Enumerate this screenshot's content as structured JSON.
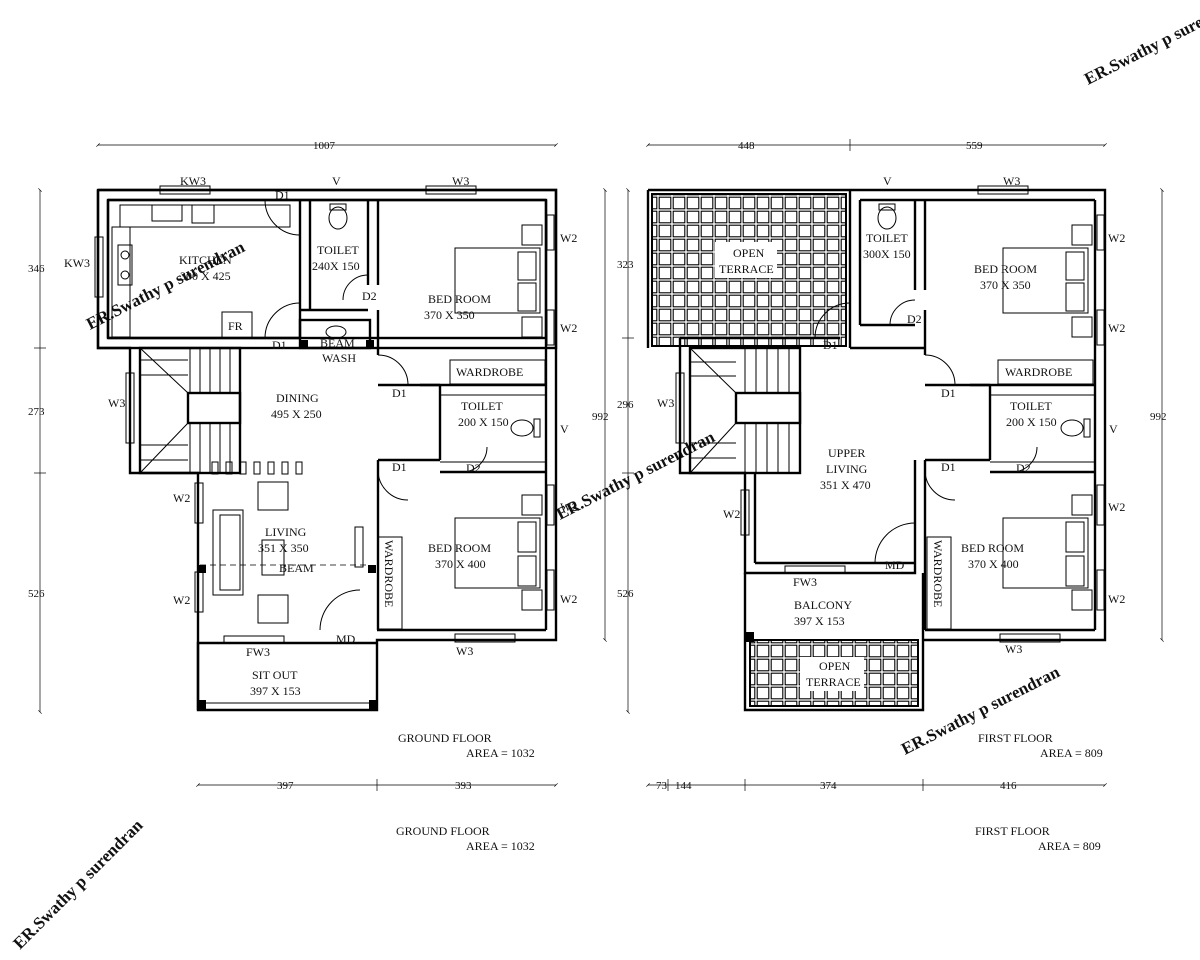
{
  "watermark": "ER.Swathy p surendran",
  "ground_floor": {
    "rooms": {
      "kitchen": {
        "name": "KITCHEN",
        "size": "300 X 425"
      },
      "toilet_1": {
        "name": "TOILET",
        "size": "240X 150"
      },
      "bed_1": {
        "name": "BED ROOM",
        "size": "370 X 350"
      },
      "wardrobe_1": "WARDROBE",
      "dining": {
        "name": "DINING",
        "size": "495 X 250"
      },
      "toilet_2": {
        "name": "TOILET",
        "size": "200 X 150"
      },
      "living": {
        "name": "LIVING",
        "size": "351 X 350"
      },
      "bed_2": {
        "name": "BED ROOM",
        "size": "370 X 400"
      },
      "wardrobe_2": "WARDROBE",
      "sit_out": {
        "name": "SIT OUT",
        "size": "397 X 153"
      },
      "wash": "WASH",
      "beam_1": "BEAM",
      "beam_2": "BEAM",
      "fridge": "FR"
    },
    "labels": {
      "kw3_top": "KW3",
      "kw3_left": "KW3",
      "d1_kitchen": "D1",
      "d1_kitchen_bottom": "D1",
      "v_toilet": "V",
      "w3_bed_top": "W3",
      "d2_toilet": "D2",
      "w2_bed1_a": "W2",
      "w2_bed1_b": "W2",
      "d1_bed1": "D1",
      "d1_bed2": "D1",
      "d2_toilet2": "D2",
      "v_toilet2": "V",
      "w3_stair": "W3",
      "w2_living_a": "W2",
      "w2_living_b": "W2",
      "w2_bed2_a": "W2",
      "w2_bed2_b": "W2",
      "fw3": "FW3",
      "md": "MD",
      "w3_bed2_bottom": "W3"
    },
    "dimensions": {
      "top": "1007",
      "left_1": "346",
      "left_2": "273",
      "left_3": "526",
      "right": "992",
      "bottom_1": "397",
      "bottom_2": "393"
    },
    "title": "GROUND FLOOR",
    "area": "AREA = 1032"
  },
  "first_floor": {
    "rooms": {
      "open_terrace_1": {
        "name": "OPEN",
        "name2": "TERRACE"
      },
      "toilet_1": {
        "name": "TOILET",
        "size": "300X 150"
      },
      "bed_1": {
        "name": "BED ROOM",
        "size": "370 X 350"
      },
      "wardrobe_1": "WARDROBE",
      "upper_living": {
        "name": "UPPER",
        "name2": "LIVING",
        "size": "351 X 470"
      },
      "toilet_2": {
        "name": "TOILET",
        "size": "200 X 150"
      },
      "bed_2": {
        "name": "BED ROOM",
        "size": "370 X 400"
      },
      "wardrobe_2": "WARDROBE",
      "balcony": {
        "name": "BALCONY",
        "size": "397 X 153"
      },
      "open_terrace_2": {
        "name": "OPEN",
        "name2": "TERRACE"
      }
    },
    "labels": {
      "v_toilet": "V",
      "w3_bed_top": "W3",
      "d1_terrace": "D1",
      "d2_toilet": "D2",
      "w2_bed1_a": "W2",
      "w2_bed1_b": "W2",
      "w3_stair": "W3",
      "w2_living": "W2",
      "d1_bed1": "D1",
      "d1_bed2": "D1",
      "d2_toilet2": "D2",
      "v_toilet2": "V",
      "w2_bed2_a": "W2",
      "w2_bed2_b": "W2",
      "fw3": "FW3",
      "md": "MD",
      "w3_bed2_bottom": "W3"
    },
    "dimensions": {
      "top_1": "448",
      "top_2": "559",
      "left_1": "323",
      "left_2": "296",
      "left_3": "526",
      "right": "992",
      "bottom_1": "73",
      "bottom_2": "144",
      "bottom_3": "374",
      "bottom_4": "416"
    },
    "title": "FIRST FLOOR",
    "area": "AREA = 809"
  },
  "captions": {
    "ground_title": "GROUND FLOOR",
    "ground_area": "AREA = 1032",
    "first_title": "FIRST FLOOR",
    "first_area": "AREA = 809"
  }
}
